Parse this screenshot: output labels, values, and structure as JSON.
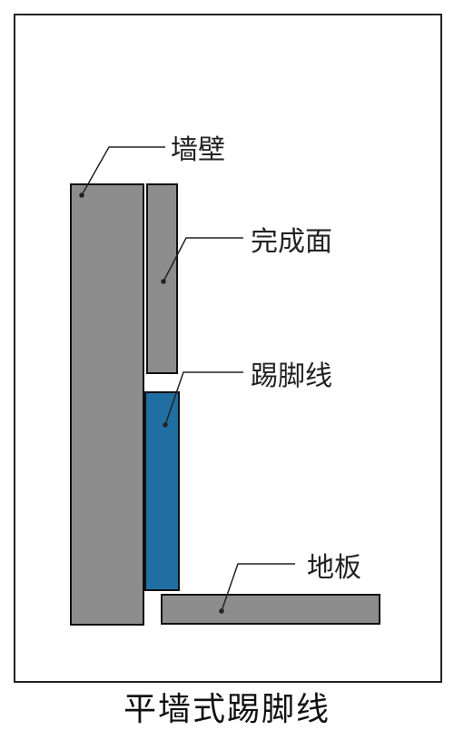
{
  "labels": {
    "wall": "墙壁",
    "finish_surface": "完成面",
    "skirting": "踢脚线",
    "floor": "地板"
  },
  "caption": "平墙式踢脚线",
  "colors": {
    "wall_gray": "#8d8d8d",
    "skirting_blue": "#1f6fa3",
    "outline": "#111111"
  }
}
